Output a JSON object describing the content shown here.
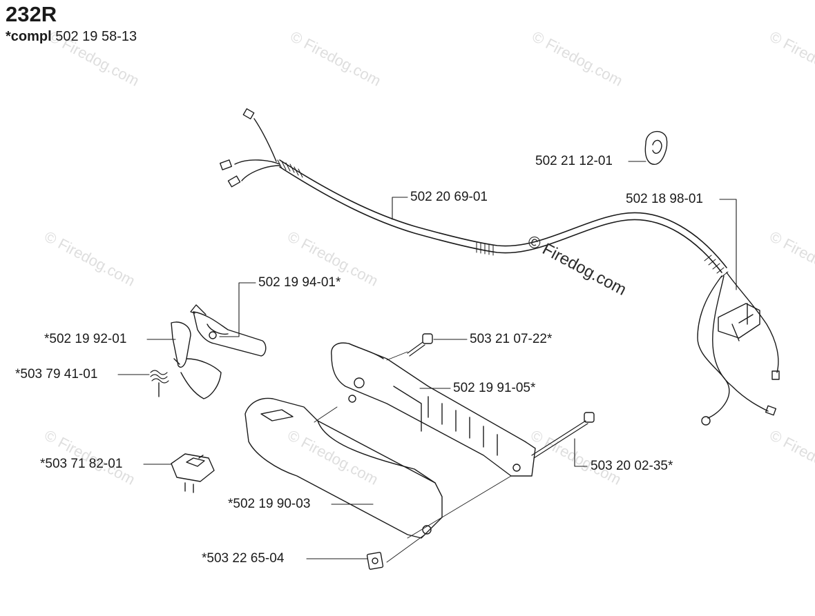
{
  "header": {
    "model": "232R",
    "compl_prefix": "*compl",
    "compl_number": "502 19 58-13"
  },
  "parts": [
    {
      "id": "p1",
      "label": "502 21 12-01"
    },
    {
      "id": "p2",
      "label": "502 20 69-01"
    },
    {
      "id": "p3",
      "label": "502 18 98-01"
    },
    {
      "id": "p4",
      "label": "502 19 94-01*"
    },
    {
      "id": "p5",
      "label": "*502 19 92-01"
    },
    {
      "id": "p6",
      "label": "503 21 07-22*"
    },
    {
      "id": "p7",
      "label": "*503 79 41-01"
    },
    {
      "id": "p8",
      "label": "502 19 91-05*"
    },
    {
      "id": "p9",
      "label": "503 20 02-35*"
    },
    {
      "id": "p10",
      "label": "*503 71 82-01"
    },
    {
      "id": "p11",
      "label": "*502 19 90-03"
    },
    {
      "id": "p12",
      "label": "*503 22 65-04"
    }
  ],
  "watermark": {
    "text": "© Firedog.com"
  },
  "colors": {
    "line": "#1a1a1a",
    "watermark": "#dedede"
  }
}
